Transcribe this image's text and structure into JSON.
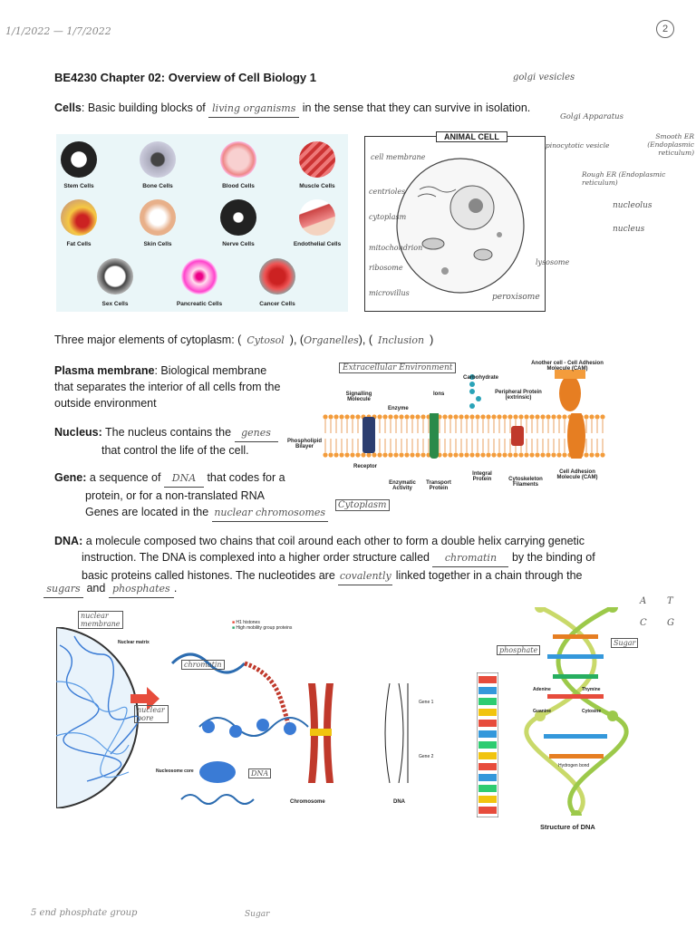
{
  "header": {
    "date_range": "1/1/2022 — 1/7/2022",
    "page_number": "2"
  },
  "title": "BE4230 Chapter 02: Overview of Cell Biology 1",
  "cells": {
    "term": "Cells",
    "text_a": ": Basic building blocks of",
    "blank": "living organisms",
    "text_b": "in the sense that they can survive in isolation."
  },
  "cell_types": [
    "Stem Cells",
    "Bone Cells",
    "Blood Cells",
    "Muscle Cells",
    "Fat Cells",
    "Skin Cells",
    "Nerve Cells",
    "Endothelial Cells",
    "Sex Cells",
    "Pancreatic Cells",
    "Cancer Cells"
  ],
  "animal_cell": {
    "title": "ANIMAL CELL",
    "left_notes": [
      "cell membrane",
      "centrioles",
      "cytoplasm",
      "mitochondrion",
      "ribosome",
      "microvillus"
    ],
    "right_notes": [
      "golgi vesicles",
      "Golgi Apparatus",
      "Smooth ER (Endoplasmic reticulum)",
      "pinocytotic vesicle",
      "Rough ER (Endoplasmic reticulum)",
      "nucleolus",
      "nucleus",
      "lysosome",
      "peroxisome"
    ]
  },
  "cytoplasm": {
    "text": "Three major elements of cytoplasm: (",
    "a": "Cytosol",
    "mid1": "), (",
    "b": "Organelles",
    "mid2": "), (",
    "c": "Inclusion",
    "end": ")"
  },
  "plasma": {
    "term": "Plasma membrane",
    "text": ": Biological membrane that separates the interior of all cells from the outside environment"
  },
  "nucleus": {
    "term": "Nucleus:",
    "text_a": "The nucleus contains the",
    "blank": "genes",
    "text_b": "that control the life of the cell."
  },
  "gene": {
    "term": "Gene:",
    "text_a": "a sequence of",
    "blank": "DNA",
    "text_b": "that codes for a",
    "line2": "protein, or for a non-translated RNA",
    "line3a": "Genes are located in the",
    "blank2": "nuclear chromosomes",
    "boxed": "Cytoplasm"
  },
  "membrane_diagram": {
    "extracellular": "Extracellular Environment",
    "labels": [
      "Carbohydrate",
      "Another cell - Cell Adhesion Molecule (CAM)",
      "Signalling Molecule",
      "Ions",
      "Peripheral Protein (extrinsic)",
      "Enzyme",
      "Phospholipid Bilayer",
      "Receptor",
      "Enzymatic Activity",
      "Transport Protein",
      "Integral Protein",
      "Cytoskeleton Filaments",
      "Cell Adhesion Molecule (CAM)"
    ]
  },
  "dna": {
    "term": "DNA:",
    "line1": "a molecule composed two chains that coil around each other to form a double helix carrying genetic",
    "line2a": "instruction. The DNA is complexed into a higher order structure called",
    "blank1": "chromatin",
    "line2b": "by the binding of",
    "line3a": "basic proteins called histones. The nucleotides are",
    "blank2": "covalently",
    "line3b": "linked together in a chain through the",
    "blank3": "sugars",
    "line4a": "and",
    "blank4": "phosphates",
    "line4b": "."
  },
  "chromatin_diagram": {
    "legend": [
      "H1 histones",
      "High mobility group proteins"
    ],
    "labels": [
      "nuclear membrane",
      "Nuclear matrix",
      "chromatin",
      "nuclear pore",
      "Nucleosome core",
      "DNA",
      "Chromosome",
      "DNA",
      "Gene 1",
      "Gene 2"
    ]
  },
  "dna_structure": {
    "corner": [
      "A",
      "T",
      "C",
      "G"
    ],
    "labels": [
      "phosphate",
      "Sugar",
      "Adenine",
      "Thymine",
      "Guanine",
      "Cytosine",
      "Hydrogen bond"
    ],
    "caption": "Structure of DNA"
  },
  "footer": {
    "left": "5 end phosphate group",
    "mid": "Sugar"
  }
}
